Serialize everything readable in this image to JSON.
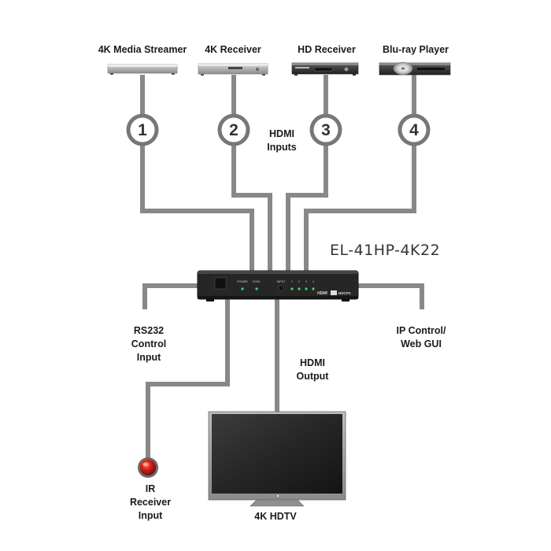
{
  "sources": [
    {
      "label": "4K Media Streamer",
      "input_number": "1"
    },
    {
      "label": "4K Receiver",
      "input_number": "2"
    },
    {
      "label": "HD Receiver",
      "input_number": "3"
    },
    {
      "label": "Blu-ray Player",
      "input_number": "4"
    }
  ],
  "hdmi_inputs_label": "HDMI\nInputs",
  "model": "EL-41HP-4K22",
  "device_panel": {
    "power": "POWER",
    "sync": "SYNC",
    "input": "INPUT",
    "inputs": [
      "1",
      "2",
      "3",
      "4"
    ],
    "logos": "HDMI",
    "logo2": "HDCP2"
  },
  "rs232_label": "RS232\nControl\nInput",
  "ip_label": "IP Control/\nWeb GUI",
  "hdmi_output_label": "HDMI\nOutput",
  "ir_label": "IR\nReceiver\nInput",
  "tv_label": "4K HDTV",
  "colors": {
    "cable": "#888888",
    "circle_border": "#777777",
    "device_body": "#2b2b2b",
    "led": "#3fd46a",
    "ir_red": "#cc1a10"
  }
}
